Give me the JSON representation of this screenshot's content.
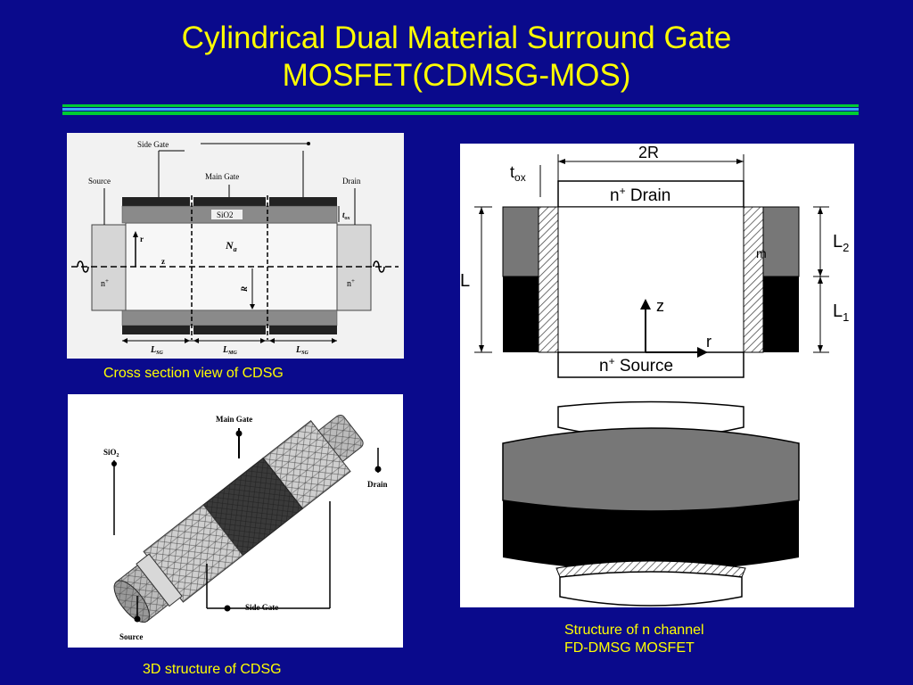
{
  "slide": {
    "title_line1": "Cylindrical Dual Material  Surround Gate",
    "title_line2": "MOSFET(CDMSG-MOS)",
    "rule_colors": [
      "#00cc33",
      "#33aaff",
      "#00cc33"
    ],
    "title_color": "#ffff00",
    "background_color": "#0a0a8c"
  },
  "cross_section": {
    "caption": "Cross section view of CDSG",
    "labels": {
      "side_gate": "Side Gate",
      "main_gate": "Main Gate",
      "source": "Source",
      "drain": "Drain",
      "oxide": "SiO2",
      "tox": "t",
      "tox_sub": "ox",
      "doping": "N",
      "doping_sub": "a",
      "r_axis": "r",
      "z_axis": "z",
      "radius": "R",
      "n_plus_left": "n",
      "n_plus_right": "n",
      "plus": "+",
      "l_sg_left": "L",
      "l_sg_sub": "SG",
      "l_mg": "L",
      "l_mg_sub": "MG",
      "l_sg_right": "L",
      "l_sg_right_sub": "SG"
    }
  },
  "structure_3d": {
    "caption": "3D structure of CDSG",
    "labels": {
      "main_gate": "Main Gate",
      "sio2": "SiO",
      "sio2_sub": "2",
      "drain": "Drain",
      "side_gate": "Side Gate",
      "source": "Source"
    }
  },
  "n_channel": {
    "caption_line1": "Structure of n channel",
    "caption_line2": "FD-DMSG MOSFET",
    "labels": {
      "two_r": "2R",
      "tox": "t",
      "tox_sub": "ox",
      "drain": "Drain",
      "source": "Source",
      "n": "n",
      "plus": "+",
      "L": "L",
      "L2": "L",
      "L2_sub": "2",
      "L1": "L",
      "L1_sub": "1",
      "z": "z",
      "r": "r",
      "m": "m"
    }
  }
}
